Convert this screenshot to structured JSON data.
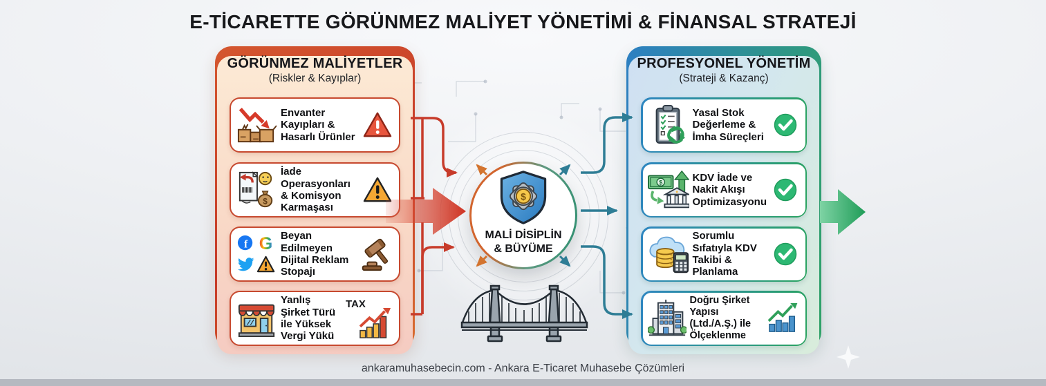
{
  "title": "E-TİCARETTE GÖRÜNMEZ MALİYET YÖNETİMİ & FİNANSAL STRATEJİ",
  "footer": "ankaramuhasebecin.com - Ankara E-Ticaret Muhasebe Çözümleri",
  "left_panel": {
    "title": "GÖRÜNMEZ MALİYETLER",
    "subtitle": "(Riskler & Kayıplar)",
    "items": [
      {
        "label": "Envanter Kayıpları & Hasarlı Ürünler",
        "icon": "damaged-boxes-icon",
        "status_icon": "warning-triangle-red-icon"
      },
      {
        "label": "İade Operasyonları & Komisyon Karmaşası",
        "icon": "return-document-moneybag-icon",
        "status_icon": "warning-triangle-orange-icon"
      },
      {
        "label": "Beyan Edilmeyen Dijital Reklam Stopajı",
        "icon": "social-ads-warning-icon",
        "status_icon": "gavel-icon"
      },
      {
        "label": "Yanlış Şirket Türü ile Yüksek Vergi Yükü",
        "icon": "storefront-icon",
        "status_icon": "tax-rising-chart-icon",
        "status_text": "TAX"
      }
    ]
  },
  "center": {
    "line1": "MALİ DİSİPLİN",
    "line2": "& BÜYÜME",
    "icon": "shield-gear-dollar-icon",
    "decoration": "suspension-bridge-icon"
  },
  "right_panel": {
    "title": "PROFESYONEL YÖNETİM",
    "subtitle": "(Strateji & Kazanç)",
    "items": [
      {
        "label": "Yasal Stok Değerleme & İmha Süreçleri",
        "icon": "clipboard-recycle-icon",
        "status_icon": "check-circle-icon"
      },
      {
        "label": "KDV İade ve Nakit Akışı Optimizasyonu",
        "icon": "cash-bank-growth-icon",
        "status_icon": "check-circle-icon"
      },
      {
        "label": "Sorumlu Sıfatıyla KDV Takibi & Planlama",
        "icon": "cloud-database-calculator-icon",
        "status_icon": "check-circle-icon"
      },
      {
        "label": "Doğru Şirket Yapısı (Ltd./A.Ş.) ile Ölçeklenme",
        "icon": "office-building-icon",
        "status_icon": "growth-chart-icon"
      }
    ]
  },
  "colors": {
    "left_accent": "#c7492f",
    "right_accent_blue": "#2e86c1",
    "right_accent_green": "#29a35f",
    "warning_red": "#e8563e",
    "warning_orange": "#f5a733",
    "success_green": "#2db873",
    "arrow_red": "#c73b2a",
    "arrow_teal": "#2e7d95",
    "arrow_green": "#1f9c58"
  }
}
